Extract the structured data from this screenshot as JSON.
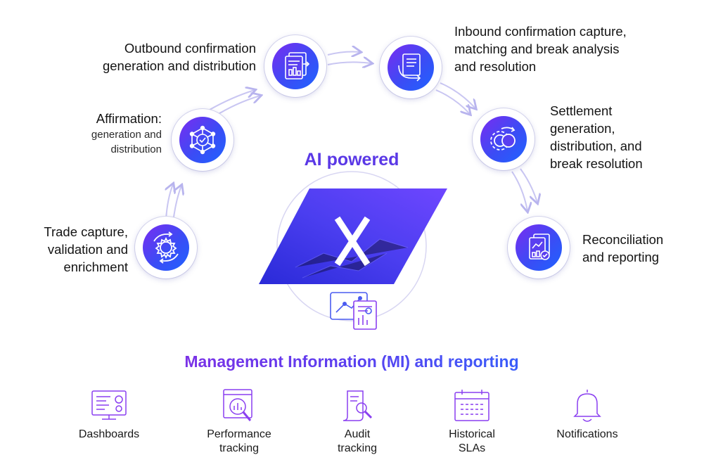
{
  "diagram": {
    "center_title": "AI powered",
    "nodes": [
      {
        "id": "trade",
        "line1": "Trade capture,",
        "line2": "validation and",
        "line3": "enrichment",
        "icon": "gear-cycle-icon"
      },
      {
        "id": "affirmation",
        "title": "Affirmation:",
        "sub1": "generation and",
        "sub2": "distribution",
        "icon": "network-check-icon"
      },
      {
        "id": "outbound",
        "line1": "Outbound confirmation",
        "line2": "generation and distribution",
        "icon": "document-stack-icon"
      },
      {
        "id": "inbound",
        "line1": "Inbound confirmation capture,",
        "line2": "matching and break analysis",
        "line3": "and resolution",
        "icon": "document-arrow-icon"
      },
      {
        "id": "settlement",
        "line1": "Settlement",
        "line2": "generation,",
        "line3": "distribution, and",
        "line4": "break resolution",
        "icon": "settlement-gear-icon"
      },
      {
        "id": "reconciliation",
        "line1": "Reconciliation",
        "line2": "and reporting",
        "icon": "report-check-icon"
      }
    ]
  },
  "mi": {
    "title": "Management Information (MI) and reporting",
    "items": [
      {
        "line1": "Dashboards",
        "line2": "",
        "icon": "dashboard-icon"
      },
      {
        "line1": "Performance",
        "line2": "tracking",
        "icon": "performance-icon"
      },
      {
        "line1": "Audit",
        "line2": "tracking",
        "icon": "audit-icon"
      },
      {
        "line1": "Historical",
        "line2": "SLAs",
        "icon": "calendar-icon"
      },
      {
        "line1": "Notifications",
        "line2": "",
        "icon": "bell-icon"
      }
    ]
  },
  "colors": {
    "accent": "#5a38e6",
    "gradient_start": "#7a2cf0",
    "gradient_end": "#1f63ff",
    "arc": "#c9c6f2"
  }
}
